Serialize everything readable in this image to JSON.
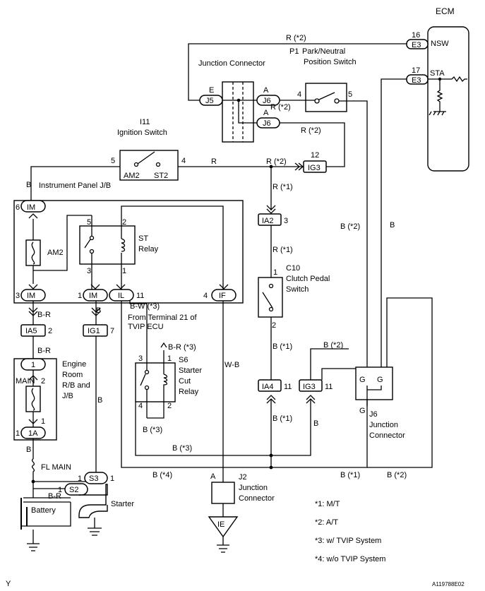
{
  "ecm": {
    "title": "ECM",
    "pin16": "16",
    "pin17": "17",
    "conn": "E3",
    "nsw": "NSW",
    "sta": "STA"
  },
  "pnp": {
    "code": "P1",
    "name1": "Park/Neutral",
    "name2": "Position Switch",
    "pin4": "4",
    "pin5": "5"
  },
  "jc_top": {
    "label": "Junction Connector",
    "j5": "J5",
    "j6": "J6",
    "e": "E",
    "a": "A"
  },
  "ign": {
    "code": "I11",
    "name": "Ignition Switch",
    "pin5": "5",
    "pin4": "4",
    "am2": "AM2",
    "st2": "ST2"
  },
  "ipjb": {
    "label": "Instrument Panel J/B",
    "im": "IM",
    "il": "IL",
    "if": "IF",
    "am2": "AM2",
    "st_relay1": "ST",
    "st_relay2": "Relay",
    "p6": "6",
    "p3": "3",
    "p1": "1",
    "p11": "11",
    "p4": "4",
    "r5": "5",
    "r2": "2",
    "r3": "3",
    "r1": "1"
  },
  "conn": {
    "ig3": "IG3",
    "ig3_pin": "12",
    "ia2": "IA2",
    "ia2_pin": "3",
    "ia5": "IA5",
    "ia5_pin": "2",
    "ig1": "IG1",
    "ig1_pin": "7",
    "ia4": "IA4",
    "ia4_pin": "11",
    "ig3b": "IG3",
    "ig3b_pin": "11"
  },
  "clutch": {
    "code": "C10",
    "name1": "Clutch Pedal",
    "name2": "Switch",
    "pin1": "1",
    "pin2": "2"
  },
  "erjb": {
    "l1": "Engine",
    "l2": "Room",
    "l3": "R/B and",
    "l4": "J/B",
    "main": "MAIN",
    "p1top": "1",
    "p2": "2",
    "p1": "1",
    "p1a": "1A",
    "pin1": "1"
  },
  "s6": {
    "code": "S6",
    "name1": "Starter",
    "name2": "Cut",
    "name3": "Relay",
    "p3": "3",
    "p1": "1",
    "p4": "4",
    "p2": "2"
  },
  "tvip": {
    "l1": "From Terminal 21 of",
    "l2": "TVIP ECU"
  },
  "j6b": {
    "code": "J6",
    "name1": "Junction",
    "name2": "Connector",
    "g": "G"
  },
  "j2": {
    "code": "J2",
    "name1": "Junction",
    "name2": "Connector",
    "a": "A"
  },
  "ie": "IE",
  "fl": "FL MAIN",
  "battery": "Battery",
  "starter": {
    "name": "Starter",
    "s3": "S3",
    "s2": "S2",
    "p1a": "1",
    "p1b": "1",
    "p1c": "1"
  },
  "wires": {
    "r_s2": "R (*2)",
    "r": "R",
    "r_s2b": "R (*2)",
    "r_s2c": "R (*2)",
    "r_s2d": "R (*2)",
    "r_s1": "R (*1)",
    "r_s1b": "R (*1)",
    "b": "B",
    "br": "B-R",
    "br2": "B-R",
    "b2": "B",
    "bw3": "B-W (*3)",
    "br3": "B-R (*3)",
    "b3": "B",
    "wb": "W-B",
    "b_s1": "B (*1)",
    "b_s2": "B (*2)",
    "b_s2b": "B (*2)",
    "b_s1b": "B (*1)",
    "b_s3": "B (*3)",
    "b_s3b": "B (*3)",
    "b_s4": "B (*4)",
    "b_s1c": "B (*1)",
    "b_s2c": "B (*2)",
    "b4": "B",
    "b5": "B",
    "b6": "B",
    "br4": "B-R"
  },
  "notes": [
    "*1: M/T",
    "*2: A/T",
    "*3: w/ TVIP System",
    "*4: w/o TVIP System"
  ],
  "footer": {
    "left": "Y",
    "right": "A119788E02"
  }
}
